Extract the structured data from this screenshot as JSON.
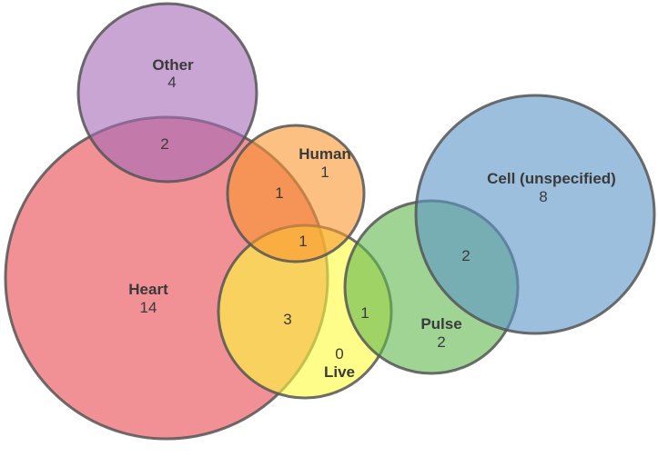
{
  "sets": [
    {
      "id": "heart",
      "name": "Heart",
      "count": "14",
      "color": "#e8474f"
    },
    {
      "id": "other",
      "name": "Other",
      "count": "4",
      "color": "#a569b8"
    },
    {
      "id": "human",
      "name": "Human",
      "count": "1",
      "color": "#fa962f"
    },
    {
      "id": "live",
      "name": "Live",
      "count": "0",
      "color": "#fffb3b"
    },
    {
      "id": "cell",
      "name": "Cell (unspecified)",
      "count": "8",
      "color": "#5b95c8"
    },
    {
      "id": "pulse",
      "name": "Pulse",
      "count": "2",
      "color": "#5fb84f"
    }
  ],
  "overlaps": [
    {
      "id": "heart-other",
      "sets": [
        "Heart",
        "Other"
      ],
      "count": "2"
    },
    {
      "id": "heart-human",
      "sets": [
        "Heart",
        "Human"
      ],
      "count": "1"
    },
    {
      "id": "heart-human-live",
      "sets": [
        "Heart",
        "Human",
        "Live"
      ],
      "count": "1"
    },
    {
      "id": "heart-live",
      "sets": [
        "Heart",
        "Live"
      ],
      "count": "3"
    },
    {
      "id": "live-pulse",
      "sets": [
        "Live",
        "Pulse"
      ],
      "count": "1"
    },
    {
      "id": "pulse-cell",
      "sets": [
        "Pulse",
        "Cell (unspecified)"
      ],
      "count": "2"
    }
  ]
}
